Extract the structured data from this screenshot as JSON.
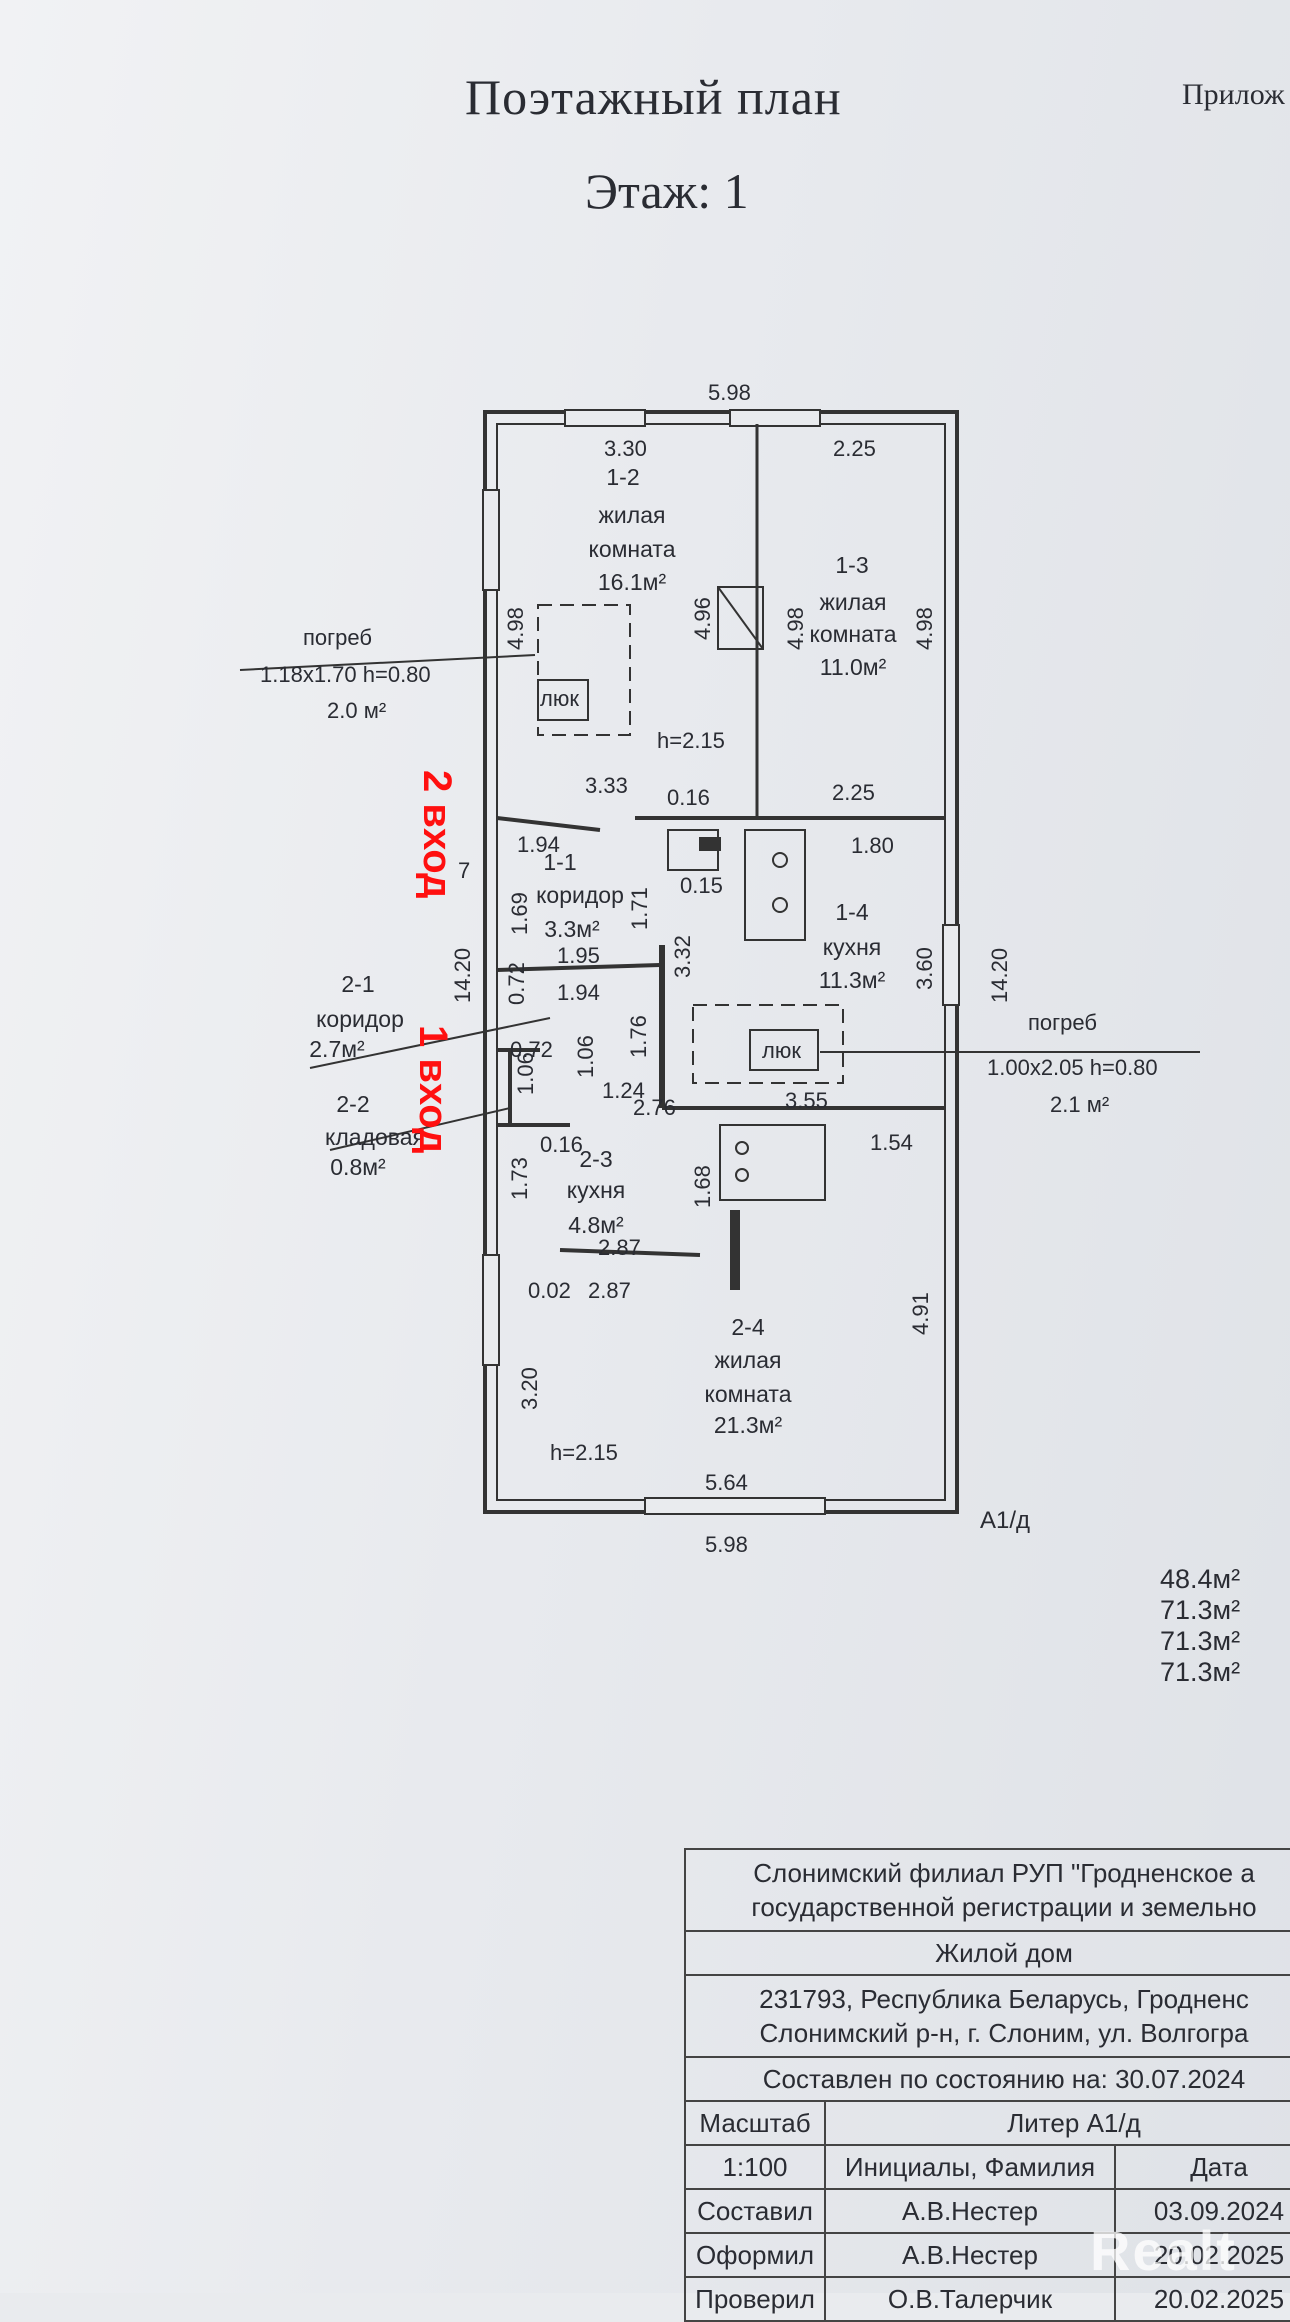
{
  "header": {
    "title": "Поэтажный план",
    "floor": "Этаж: 1",
    "appendix": "Прилож"
  },
  "plan": {
    "dims": {
      "top_total": "5.98",
      "bottom_total": "5.98",
      "bottom_inner": "5.64",
      "left_total": "14.20",
      "right_total": "14.20",
      "d330": "3.30",
      "d225a": "2.25",
      "d498a": "4.98",
      "d496": "4.96",
      "d498b": "4.98",
      "d498c": "4.98",
      "d333": "3.33",
      "d016a": "0.16",
      "d225b": "2.25",
      "d194a": "1.94",
      "d180": "1.80",
      "d015": "0.15",
      "d171": "1.71",
      "d169": "1.69",
      "d332": "3.32",
      "d360": "3.60",
      "d195": "1.95",
      "d194b": "1.94",
      "d072a": "0.72",
      "d072b": "0.72",
      "d176": "1.76",
      "d106a": "1.06",
      "d106b": "1.06",
      "d124": "1.24",
      "d355": "3.55",
      "d016b": "0.16",
      "d276": "2.76",
      "d154": "1.54",
      "d173": "1.73",
      "d168": "1.68",
      "d287a": "2.87",
      "d002": "0.02",
      "d287b": "2.87",
      "d491": "4.91",
      "d320": "3.20",
      "d07": "7",
      "h1": "h=2.15",
      "h2": "h=2.15"
    },
    "rooms": {
      "r12": {
        "num": "1-2",
        "l1": "жилая",
        "l2": "комната",
        "area": "16.1м²"
      },
      "r13": {
        "num": "1-3",
        "l1": "жилая",
        "l2": "комната",
        "area": "11.0м²"
      },
      "r11": {
        "num": "1-1",
        "l1": "коридор",
        "area": "3.3м²"
      },
      "r14": {
        "num": "1-4",
        "l1": "кухня",
        "area": "11.3м²"
      },
      "r21": {
        "num": "2-1",
        "l1": "коридор",
        "area": "2.7м²"
      },
      "r22": {
        "num": "2-2",
        "l1": "кладовая",
        "area": "0.8м²"
      },
      "r23": {
        "num": "2-3",
        "l1": "кухня",
        "area": "4.8м²"
      },
      "r24": {
        "num": "2-4",
        "l1": "жилая",
        "l2": "комната",
        "area": "21.3м²"
      }
    },
    "cellar1": {
      "name": "погреб",
      "size": "1.18x1.70 h=0.80",
      "area": "2.0 м²",
      "hatch": "люк"
    },
    "cellar2": {
      "name": "погреб",
      "size": "1.00x2.05 h=0.80",
      "area": "2.1 м²",
      "hatch": "люк"
    },
    "entrance2": "2 вход",
    "entrance1": "1 вход",
    "liter_mark": "А1/д"
  },
  "areas": [
    "48.4м²",
    "71.3м²",
    "71.3м²",
    "71.3м²"
  ],
  "stamp": {
    "org_line1": "Слонимский филиал РУП \"Гродненское а",
    "org_line2": "государственной регистрации и земельно",
    "object": "Жилой дом",
    "address1": "231793, Республика Беларусь, Гродненс",
    "address2": "Слонимский р-н, г. Слоним, ул. Волгогра",
    "state": "Составлен по состоянию на: 30.07.2024",
    "col_scale": "Масштаб",
    "col_liter": "Литер А1/д",
    "scale": "1:100",
    "col_name": "Инициалы, Фамилия",
    "col_date": "Дата",
    "rows": [
      {
        "role": "Составил",
        "name": "А.В.Нестер",
        "date": "03.09.2024"
      },
      {
        "role": "Оформил",
        "name": "А.В.Нестер",
        "date": "20.02.2025"
      },
      {
        "role": "Проверил",
        "name": "О.В.Талерчик",
        "date": "20.02.2025"
      }
    ]
  },
  "watermark": "Realt"
}
